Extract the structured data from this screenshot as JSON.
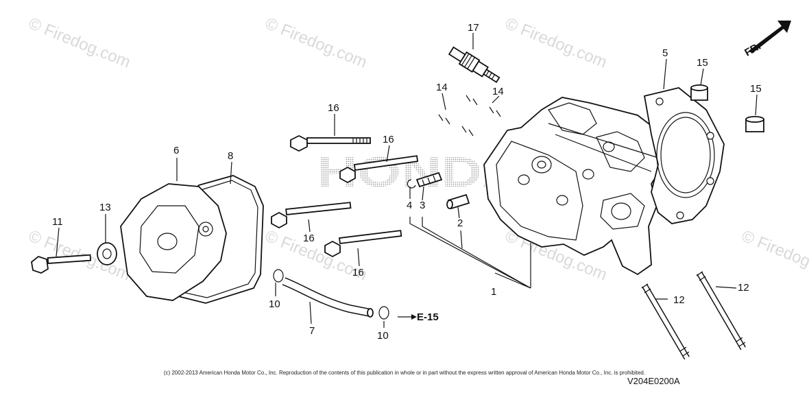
{
  "watermark": {
    "text": "© Firedog.com",
    "color": "#d9d9d9"
  },
  "brand_logo_text": "HONDA",
  "fr_label": "FR.",
  "callouts": {
    "c1": "1",
    "c2": "2",
    "c3": "3",
    "c4": "4",
    "c5": "5",
    "c6": "6",
    "c7": "7",
    "c8": "8",
    "c10a": "10",
    "c10b": "10",
    "c11": "11",
    "c12a": "12",
    "c12b": "12",
    "c13": "13",
    "c14a": "14",
    "c14b": "14",
    "c15a": "15",
    "c15b": "15",
    "c16a": "16",
    "c16b": "16",
    "c16c": "16",
    "c16d": "16",
    "c17": "17"
  },
  "reference": "E-15",
  "copyright": "(c) 2002-2013 American Honda Motor Co., Inc. Reproduction of the contents of this publication in whole or in part without the express written approval of American Honda Motor Co., Inc. is prohibited.",
  "diagram_code": "V204E0200A"
}
